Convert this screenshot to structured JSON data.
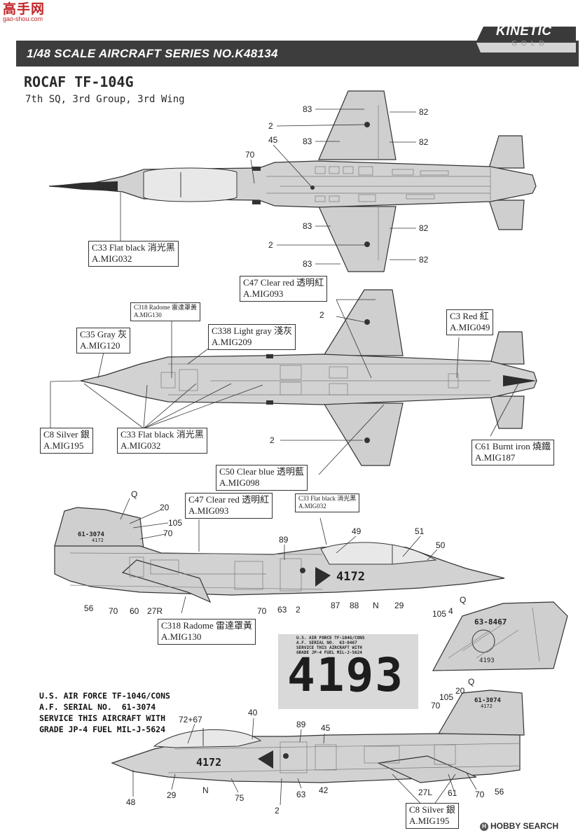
{
  "watermark": {
    "big": "高手网",
    "small": "gao-shou.com"
  },
  "header": {
    "series_title": "1/48 SCALE  AIRCRAFT  SERIES NO.K48134",
    "brand": "KINETIC",
    "brand_sub": "GOLD"
  },
  "subject": {
    "title": "ROCAF TF-104G",
    "subtitle": "7th SQ, 3rd Group, 3rd Wing"
  },
  "callouts": [
    {
      "code": "C33 Flat black 消光黑",
      "ref": "A.MIG032"
    },
    {
      "code": "C47 Clear red 透明紅",
      "ref": "A.MIG093"
    },
    {
      "code": "C318 Radome 雷達罩黃",
      "ref": "A.MIG130"
    },
    {
      "code": "C338 Light gray 淺灰",
      "ref": "A.MIG209"
    },
    {
      "code": "C35 Gray 灰",
      "ref": "A.MIG120"
    },
    {
      "code": "C3 Red 紅",
      "ref": "A.MIG049"
    },
    {
      "code": "C8 Silver 銀",
      "ref": "A.MIG195"
    },
    {
      "code": "C33 Flat black 消光黑",
      "ref": "A.MIG032"
    },
    {
      "code": "C61 Burnt iron 燒鐵",
      "ref": "A.MIG187"
    },
    {
      "code": "C50 Clear blue 透明藍",
      "ref": "A.MIG098"
    },
    {
      "code": "C47 Clear red 透明紅",
      "ref": "A.MIG093"
    },
    {
      "code": "C33 Flat black 消光黑",
      "ref": "A.MIG032"
    },
    {
      "code": "C318 Radome 雷達罩黃",
      "ref": "A.MIG130"
    },
    {
      "code": "C8 Silver 銀",
      "ref": "A.MIG195"
    }
  ],
  "decal_numbers": {
    "top_view": [
      "83",
      "82",
      "2",
      "82",
      "45",
      "70",
      "83",
      "82",
      "2",
      "83",
      "82"
    ],
    "bottom_view": [
      "2",
      "2"
    ],
    "right_side": [
      "Q",
      "20",
      "105",
      "70",
      "89",
      "49",
      "51",
      "50",
      "56",
      "70",
      "60",
      "27R",
      "70",
      "63",
      "2",
      "87",
      "88",
      "N",
      "29"
    ],
    "tail_detail": [
      "Q",
      "4",
      "105"
    ],
    "left_side": [
      "40",
      "89",
      "45",
      "72+67",
      "105",
      "20",
      "Q",
      "70",
      "48",
      "29",
      "N",
      "75",
      "63",
      "42",
      "2",
      "27L",
      "61",
      "70",
      "56"
    ]
  },
  "markings": {
    "nose_number": "4172",
    "tail_serial_right": "61-3074",
    "tail_number_right": "4172",
    "tail_detail_serial": "63-8467",
    "tail_detail_number": "4193"
  },
  "stencil": [
    "U.S. AIR FORCE TF-104G/CONS",
    "A.F. SERIAL NO.  61-3074",
    "SERVICE THIS AIRCRAFT WITH",
    "GRADE JP-4 FUEL MIL-J-5624"
  ],
  "detail_panel": {
    "lines": [
      "U.S. AIR FORCE TF-104G/CONS",
      "A.F. SERIAL NO.  63-8467",
      "SERVICE THIS AIRCRAFT WITH",
      "GRADE JP-4 FUEL MIL-J-5624"
    ],
    "serial": "4193"
  },
  "footer": {
    "logo": "HOBBY SEARCH",
    "mark": "H"
  }
}
